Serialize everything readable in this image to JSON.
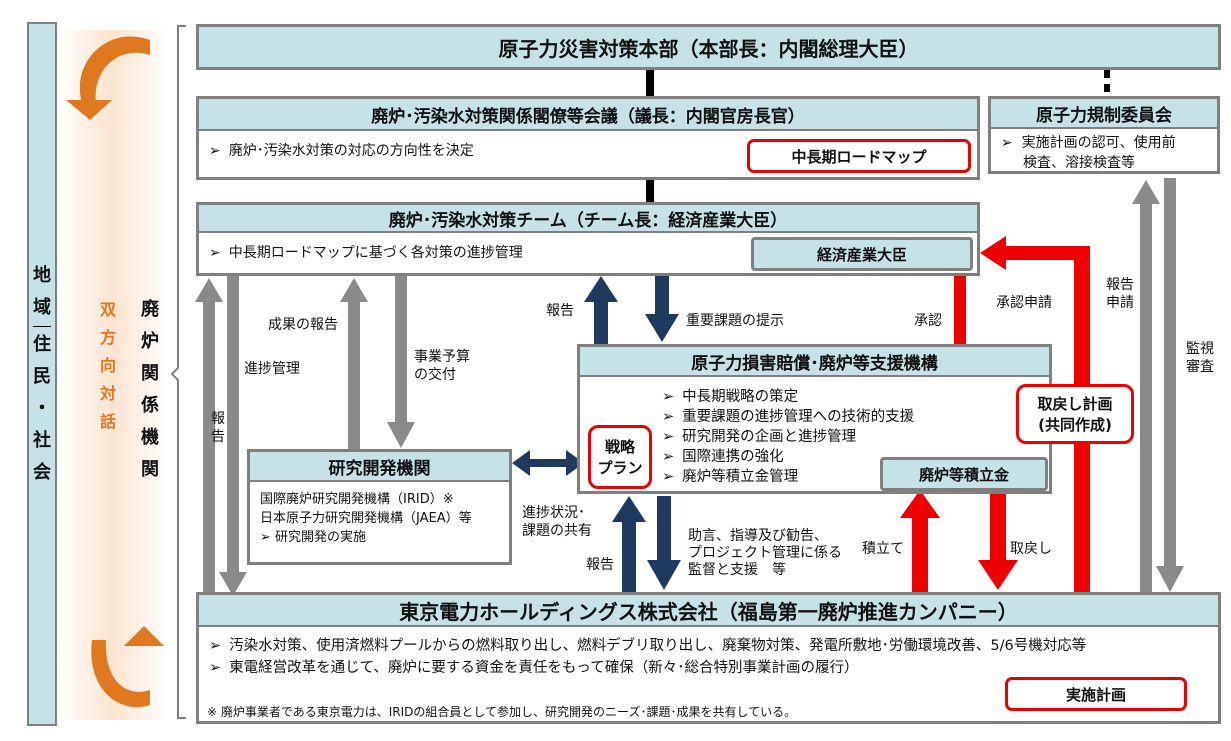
{
  "left_bar": {
    "chars": [
      "地",
      "域",
      "住",
      "民",
      "・",
      "社",
      "会"
    ]
  },
  "dialogue": {
    "chars": [
      "双",
      "方",
      "向",
      "対",
      "話"
    ]
  },
  "agencies": {
    "chars": [
      "廃",
      "炉",
      "関",
      "係",
      "機",
      "関"
    ]
  },
  "hq": {
    "title": "原子力災害対策本部（本部長：内閣総理大臣）"
  },
  "council": {
    "title": "廃炉･汚染水対策関係閣僚等会議（議長：内閣官房長官）",
    "item": "廃炉･汚染水対策の対応の方向性を決定",
    "roadmap": "中長期ロードマップ"
  },
  "nra": {
    "title": "原子力規制委員会",
    "item_line1": "実施計画の認可、使用前",
    "item_line2": "検査、溶接検査等"
  },
  "team": {
    "title": "廃炉･汚染水対策チーム（チーム長：経済産業大臣）",
    "item": "中長期ロードマップに基づく各対策の進捗管理",
    "minister": "経済産業大臣"
  },
  "ndf": {
    "title": "原子力損害賠償･廃炉等支援機構",
    "items": [
      "中長期戦略の策定",
      "重要課題の進捗管理への技術的支援",
      "研究開発の企画と進捗管理",
      "国際連携の強化",
      "廃炉等積立金管理"
    ],
    "strategy_line1": "戦略",
    "strategy_line2": "プラン",
    "fund": "廃炉等積立金"
  },
  "rnd": {
    "title": "研究開発機関",
    "line1": "国際廃炉研究開発機構（IRID）※",
    "line2": "日本原子力研究開発機構（JAEA）等",
    "item": "研究開発の実施"
  },
  "tepco": {
    "title": "東京電力ホールディングス株式会社（福島第一廃炉推進カンパニー）",
    "items": [
      "汚染水対策、使用済燃料プールからの燃料取り出し、燃料デブリ取り出し、廃棄物対策、発電所敷地･労働環境改善、5/6号機対応等",
      "東電経営改革を通じて、廃炉に要する資金を責任をもって確保（新々･総合特別事業計画の履行）"
    ],
    "note": "※ 廃炉事業者である東京電力は、IRIDの組合員として参加し、研究開発のニーズ･課題･成果を共有している。",
    "plan": "実施計画"
  },
  "reclaim": {
    "line1": "取戻し計画",
    "line2": "(共同作成)"
  },
  "labels": {
    "progress_mgmt": "進捗管理",
    "report_v": [
      "報",
      "告"
    ],
    "results_report": "成果の報告",
    "budget_line1": "事業予算",
    "budget_line2": "の交付",
    "report_ndf": "報告",
    "issues": "重要課題の提示",
    "approval": "承認",
    "approval_request": "承認申請",
    "report_apply_line1": "報告",
    "report_apply_line2": "申請",
    "monitor_line1": "監視",
    "monitor_line2": "審査",
    "status_line1": "進捗状況･",
    "status_line2": "課題の共有",
    "report_tepco": "報告",
    "advice_line1": "助言、指導及び勧告、",
    "advice_line2": "プロジェクト管理に係る",
    "advice_line3": "監督と支援　等",
    "deposit": "積立て",
    "withdraw": "取戻し"
  },
  "colors": {
    "teal": "#c5e3e6",
    "grey": "#7f7f7f",
    "red": "#ee0000",
    "navy": "#1f3a5f",
    "orange": "#e07820"
  }
}
